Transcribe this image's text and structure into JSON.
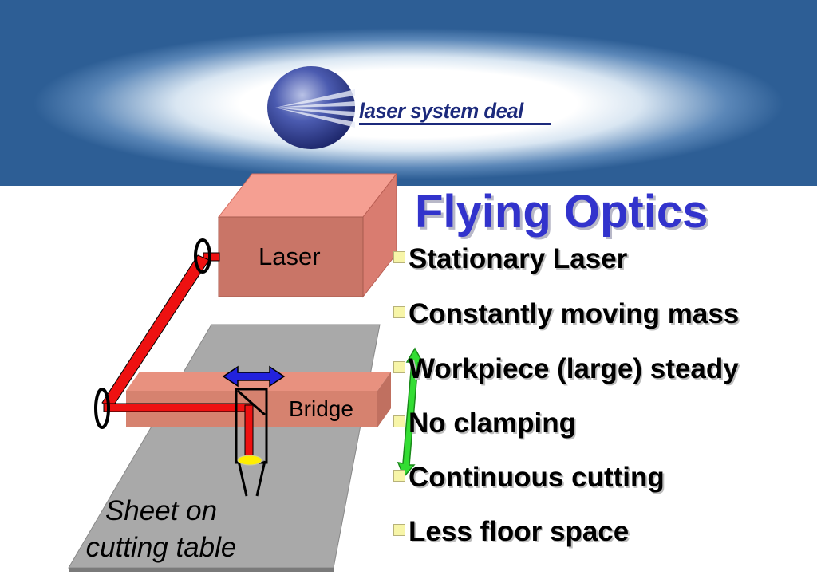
{
  "logo": {
    "text": "laser system deal",
    "colors": {
      "dark": "#1c2a7c",
      "sphere": "#3b4aa0"
    }
  },
  "title": "Flying Optics",
  "bullets": [
    "Stationary Laser",
    "Constantly moving mass",
    "Workpiece (large) steady",
    "No clamping",
    "Continuous cutting",
    "Less floor space"
  ],
  "diagram": {
    "laser_label": "Laser",
    "bridge_label": "Bridge",
    "sheet_label_line1": "Sheet on",
    "sheet_label_line2": "cutting table",
    "colors": {
      "laser_box": "#ee8f80",
      "beam": "#ee1111",
      "bridge_arrow": "#2222dd",
      "axis_arrow": "#33dd33",
      "table": "#a9a9a9",
      "focal_spot": "#ffee00"
    }
  },
  "colors": {
    "title": "#3233cc",
    "banner": "#2d5e95",
    "bullet_marker": "#f7f5a8"
  }
}
